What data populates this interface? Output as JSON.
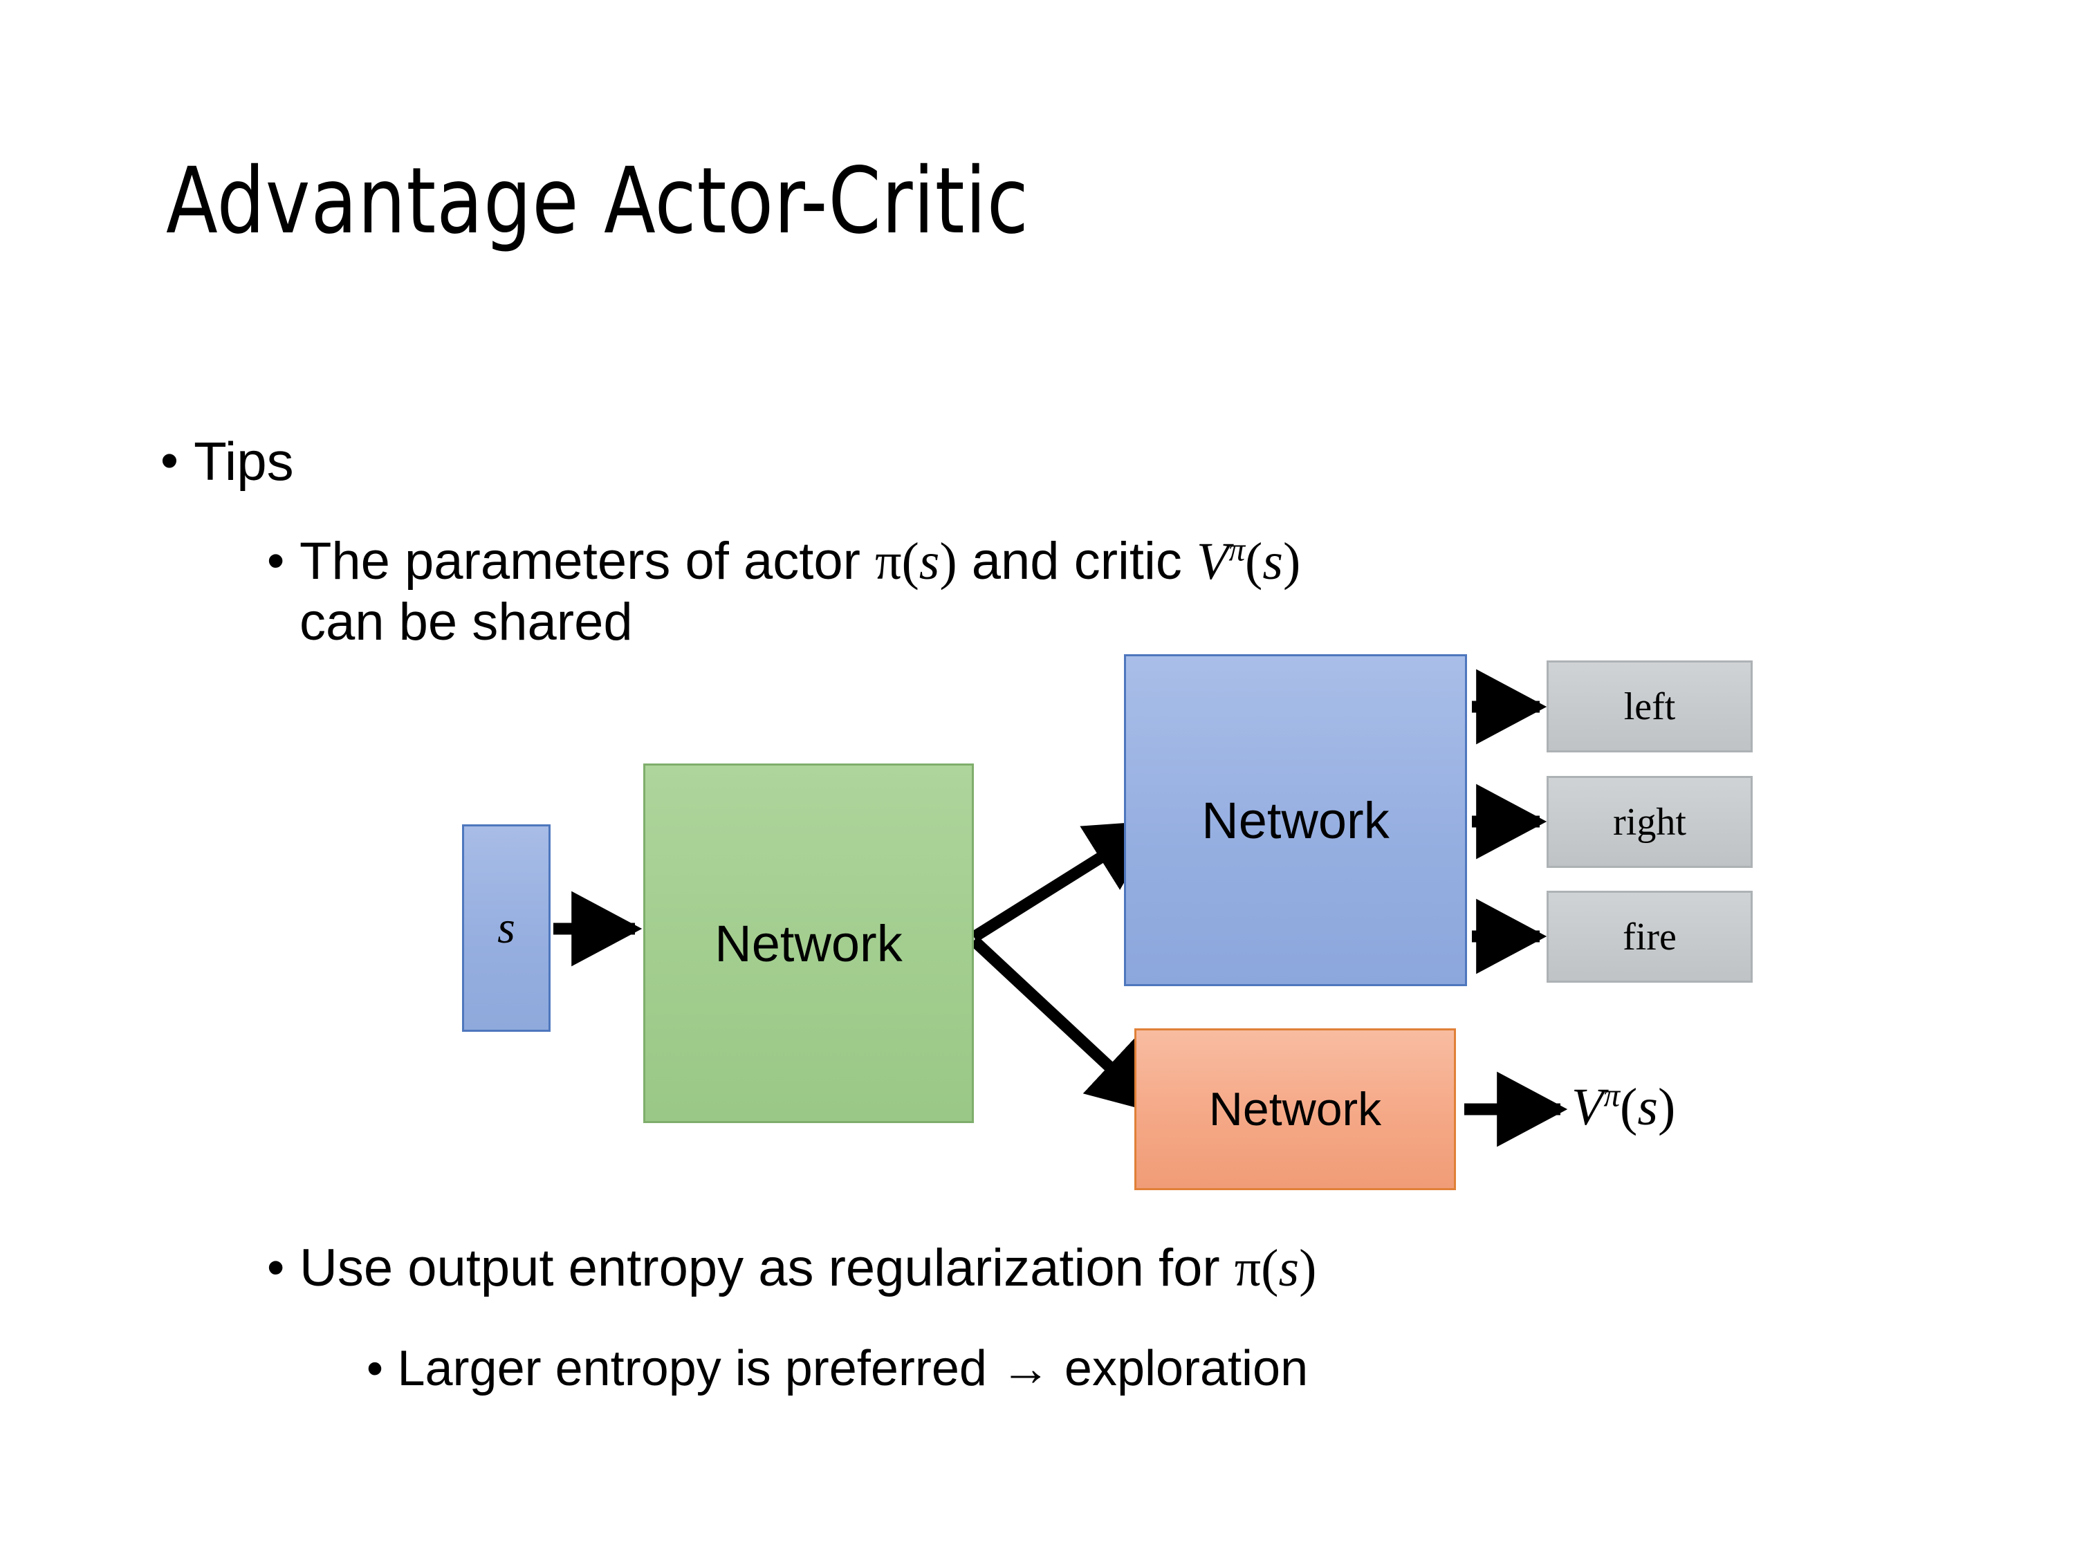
{
  "slide": {
    "title": "Advantage Actor-Critic",
    "background_color": "#FFFFFF"
  },
  "bullets": {
    "tips": {
      "marker": "•",
      "text": "Tips"
    },
    "shared_params": {
      "marker": "•",
      "line1_prefix": "The parameters of actor ",
      "pi_symbol": "π",
      "paren_open": "(",
      "state_var": "s",
      "paren_close": ")",
      "line1_middle": "  and critic ",
      "value_fn": "V",
      "value_fn_sup": "π",
      "line2": "can be shared"
    },
    "entropy": {
      "marker": "•",
      "text_prefix": "Use output entropy as regularization for ",
      "pi_symbol": "π",
      "paren_open": "(",
      "state_var": "s",
      "paren_close": ")"
    },
    "larger_entropy": {
      "marker": "•",
      "text": "Larger entropy is preferred → exploration"
    }
  },
  "diagram": {
    "state_box": {
      "label": "s",
      "fill": "#96AFE0",
      "border": "#4E77BD"
    },
    "shared_network": {
      "label": "Network",
      "fill": "#A3CE90",
      "border": "#7FAE6C"
    },
    "actor_network": {
      "label": "Network",
      "fill": "#96AFE1",
      "border": "#4E77BD"
    },
    "critic_network": {
      "label": "Network",
      "fill": "#F5A886",
      "border": "#E08038"
    },
    "actions": [
      {
        "label": "left",
        "fill": "#C6CACC",
        "border": "#ADB2B5"
      },
      {
        "label": "right",
        "fill": "#C6CACC",
        "border": "#ADB2B5"
      },
      {
        "label": "fire",
        "fill": "#C6CACC",
        "border": "#ADB2B5"
      }
    ],
    "value_output": {
      "symbol": "V",
      "superscript": "π",
      "paren_open": "(",
      "arg": "s",
      "paren_close": ")"
    },
    "arrow_color": "#000000"
  }
}
